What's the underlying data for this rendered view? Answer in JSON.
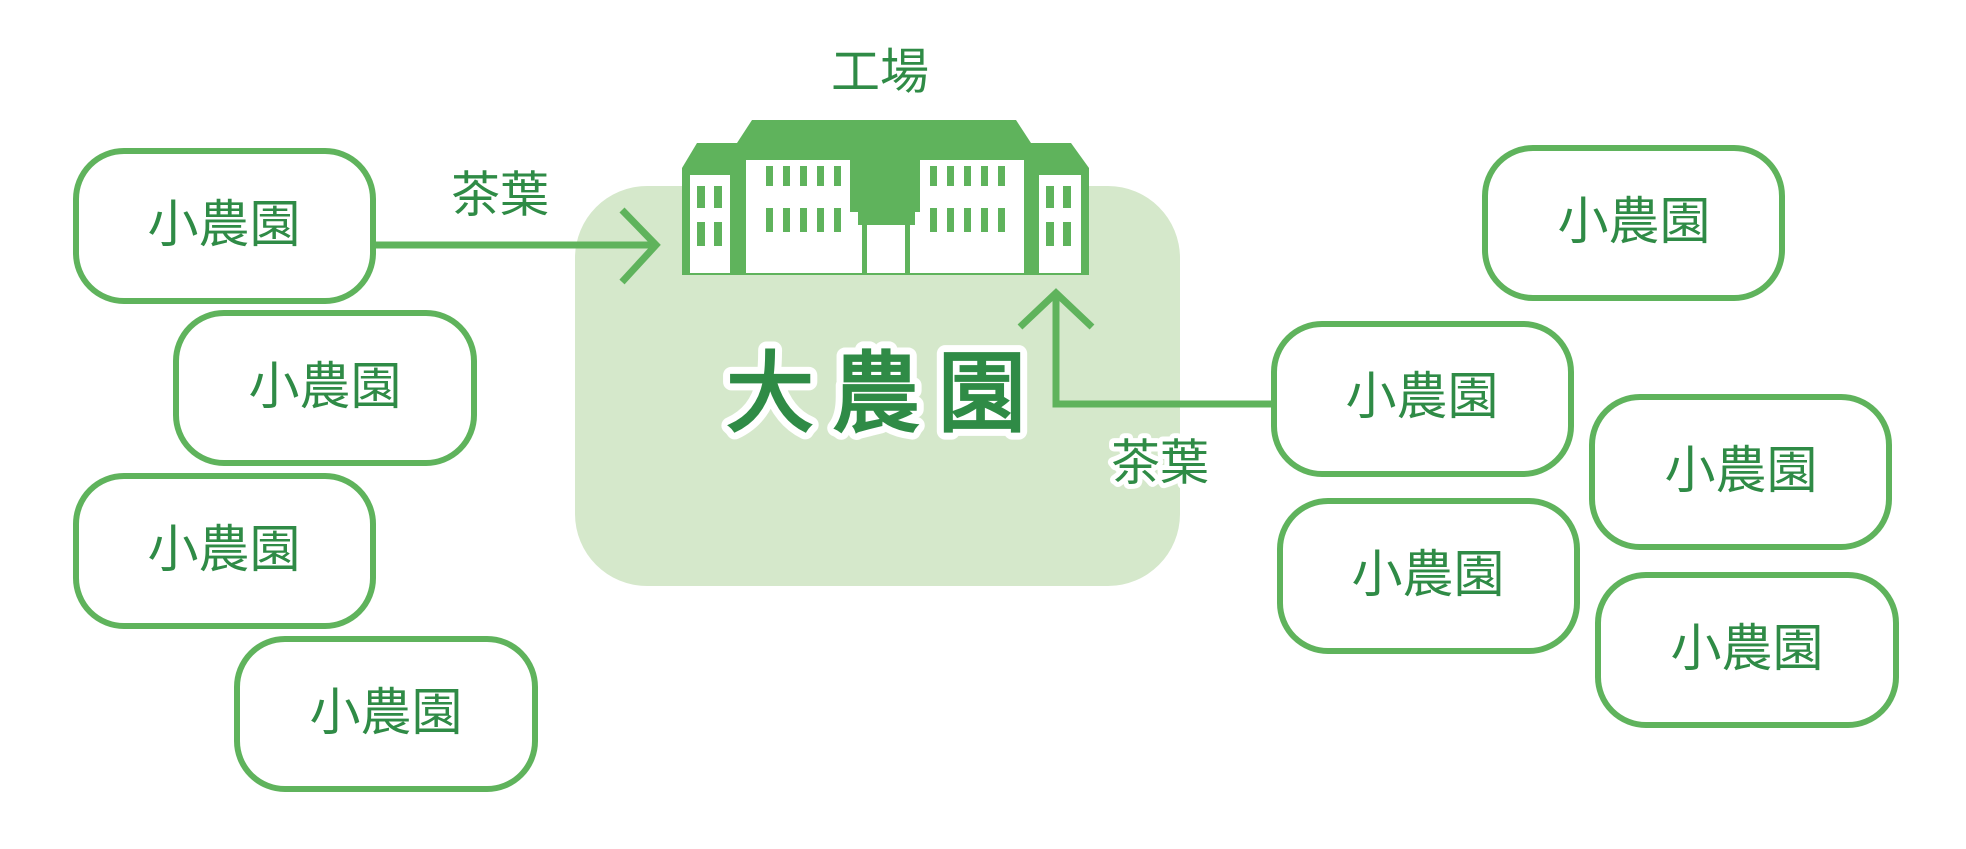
{
  "factory": {
    "label": "工場",
    "icon": "factory-building-icon"
  },
  "large_farm": {
    "label": "大農園"
  },
  "flows": {
    "left_label": "茶葉",
    "right_label": "茶葉"
  },
  "small_farms": [
    {
      "label": "小農園"
    },
    {
      "label": "小農園"
    },
    {
      "label": "小農園"
    },
    {
      "label": "小農園"
    },
    {
      "label": "小農園"
    },
    {
      "label": "小農園"
    },
    {
      "label": "小農園"
    },
    {
      "label": "小農園"
    },
    {
      "label": "小農園"
    }
  ],
  "colors": {
    "accent": "#5fb35c",
    "text": "#2f8b46",
    "area": "#d5e8cb",
    "background": "#ffffff"
  }
}
